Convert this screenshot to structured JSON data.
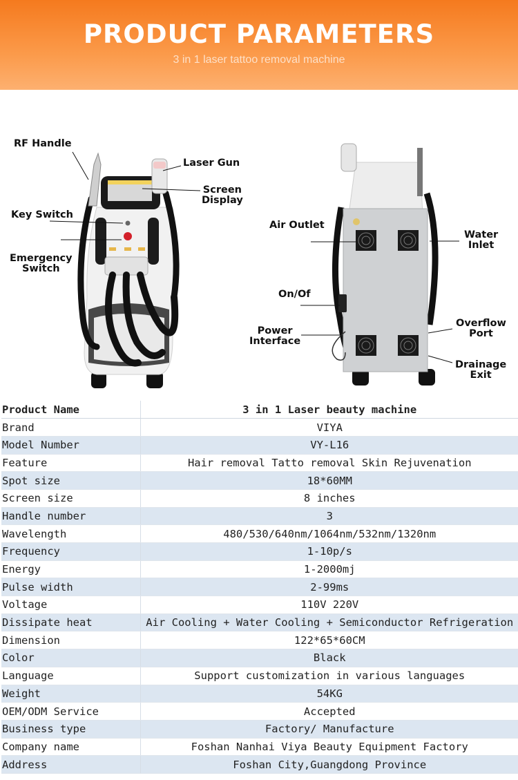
{
  "header": {
    "title": "PRODUCT PARAMETERS",
    "subtitle": "3 in 1 laser tattoo removal machine"
  },
  "front_labels": {
    "rf_handle": "RF Handle",
    "laser_gun": "Laser Gun",
    "screen_1": "Screen",
    "screen_2": "Display",
    "key_switch": "Key Switch",
    "emergency_1": "Emergency",
    "emergency_2": "Switch"
  },
  "back_labels": {
    "air_outlet": "Air Outlet",
    "water_1": "Water",
    "water_2": "Inlet",
    "on_off": "On/Of",
    "power_1": "Power",
    "power_2": "Interface",
    "overflow_1": "Overflow",
    "overflow_2": "Port",
    "drainage_1": "Drainage",
    "drainage_2": "Exit"
  },
  "table": {
    "header": {
      "name": "Product Name",
      "value": "3 in 1 Laser beauty machine"
    },
    "rows": [
      {
        "name": "Brand",
        "value": "VIYA"
      },
      {
        "name": "Model Number",
        "value": "VY-L16"
      },
      {
        "name": "Feature",
        "value": "Hair removal Tatto removal Skin Rejuvenation"
      },
      {
        "name": "Spot size",
        "value": "18*60MM"
      },
      {
        "name": "Screen size",
        "value": "8 inches"
      },
      {
        "name": "Handle number",
        "value": "3"
      },
      {
        "name": "Wavelength",
        "value": "480/530/640nm/1064nm/532nm/1320nm"
      },
      {
        "name": "Frequency",
        "value": "1-10p/s"
      },
      {
        "name": "Energy",
        "value": "1-2000mj"
      },
      {
        "name": "Pulse width",
        "value": "2-99ms"
      },
      {
        "name": "Voltage",
        "value": "110V 220V"
      },
      {
        "name": "Dissipate heat",
        "value": "Air Cooling + Water Cooling + Semiconductor Refrigeration"
      },
      {
        "name": "Dimension",
        "value": "122*65*60CM"
      },
      {
        "name": "Color",
        "value": "Black"
      },
      {
        "name": "Language",
        "value": "Support customization in various languages"
      },
      {
        "name": "Weight",
        "value": "54KG"
      },
      {
        "name": "OEM/ODM Service",
        "value": "Accepted"
      },
      {
        "name": "Business type",
        "value": "Factory/ Manufacture"
      },
      {
        "name": "Company name",
        "value": "Foshan Nanhai Viya Beauty Equipment Factory"
      },
      {
        "name": "Address",
        "value": "Foshan City,Guangdong Province"
      }
    ]
  }
}
